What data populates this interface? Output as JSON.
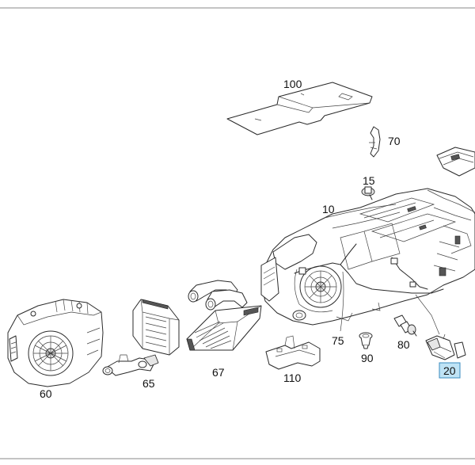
{
  "colors": {
    "line": "#2a2a2a",
    "highlight_fill": "#bfe3f5",
    "highlight_stroke": "#3a8bbf",
    "background": "#ffffff"
  },
  "parts": [
    {
      "id": "100",
      "label": "100"
    },
    {
      "id": "70",
      "label": "70"
    },
    {
      "id": "15",
      "label": "15"
    },
    {
      "id": "10",
      "label": "10"
    },
    {
      "id": "75",
      "label": "75"
    },
    {
      "id": "80",
      "label": "80"
    },
    {
      "id": "90",
      "label": "90"
    },
    {
      "id": "20",
      "label": "20",
      "selected": true
    },
    {
      "id": "110",
      "label": "110"
    },
    {
      "id": "67",
      "label": "67"
    },
    {
      "id": "65",
      "label": "65"
    },
    {
      "id": "60",
      "label": "60"
    }
  ]
}
